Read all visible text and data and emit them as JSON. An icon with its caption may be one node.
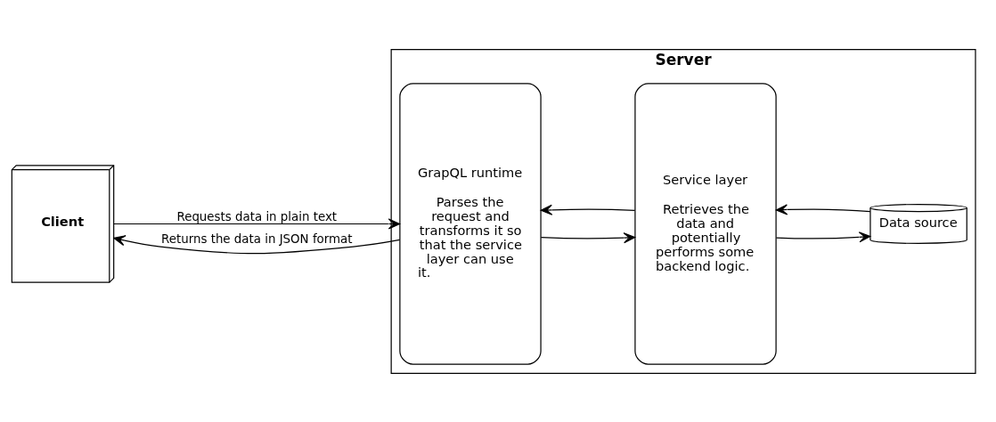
{
  "diagram": {
    "nodes": [
      {
        "text": [
          "Client"
        ]
      },
      {
        "text": [
          "Server"
        ]
      },
      {
        "text": [
          "GrapQL runtime",
          "Parses the request and transforms it so that the service layer can use it."
        ],
        "in": 1
      },
      {
        "text": [
          "Service layer",
          "Retrieves the data and potentially performs some backend logic."
        ],
        "in": 1
      },
      {
        "text": [
          "Data source"
        ],
        "in": 1
      }
    ],
    "edges": [
      {
        "from": 0,
        "to": 2,
        "arrow": "to",
        "label": "Requests data in plain text"
      },
      {
        "from": 2,
        "to": 0,
        "arrow": "to",
        "label": "Returns the data in JSON format"
      },
      {
        "from": 2,
        "to": 3,
        "arrow": "to"
      },
      {
        "from": 3,
        "to": 2,
        "arrow": "to"
      },
      {
        "from": 3,
        "to": 4,
        "arrow": "to"
      },
      {
        "from": 4,
        "to": 3,
        "arrow": "to"
      }
    ]
  }
}
